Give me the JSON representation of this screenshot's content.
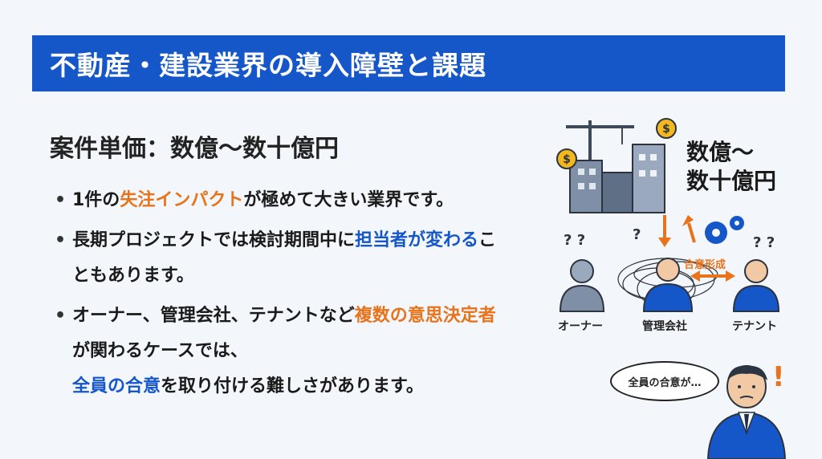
{
  "title": "不動産・建設業界の導入障壁と課題",
  "subheading": "案件単価：数億〜数十億円",
  "bullets": [
    {
      "p1": "1件の",
      "h1": "失注インパクト",
      "p2": "が極めて大きい業界です。"
    },
    {
      "p1": "長期プロジェクトでは検討期間中に",
      "h1": "担当者が変わる",
      "p2": "こともあります。"
    },
    {
      "p1": "オーナー、管理会社、テナントなど",
      "h1": "複数の意思決定者",
      "p2": "が関わるケースでは、",
      "h2": "全員の合意",
      "p3": "を取り付ける難しさがあります。"
    }
  ],
  "illustration": {
    "cost_line1": "数億〜",
    "cost_line2": "数十億円",
    "consensus": "合意形成",
    "people": [
      "オーナー",
      "管理会社",
      "テナント"
    ],
    "speech": "全員の合意が…",
    "exclaim": "!"
  },
  "colors": {
    "title_bar": "#1556c9",
    "orange": "#e8731a",
    "blue": "#1556c9",
    "background": "#f3f6fa"
  }
}
